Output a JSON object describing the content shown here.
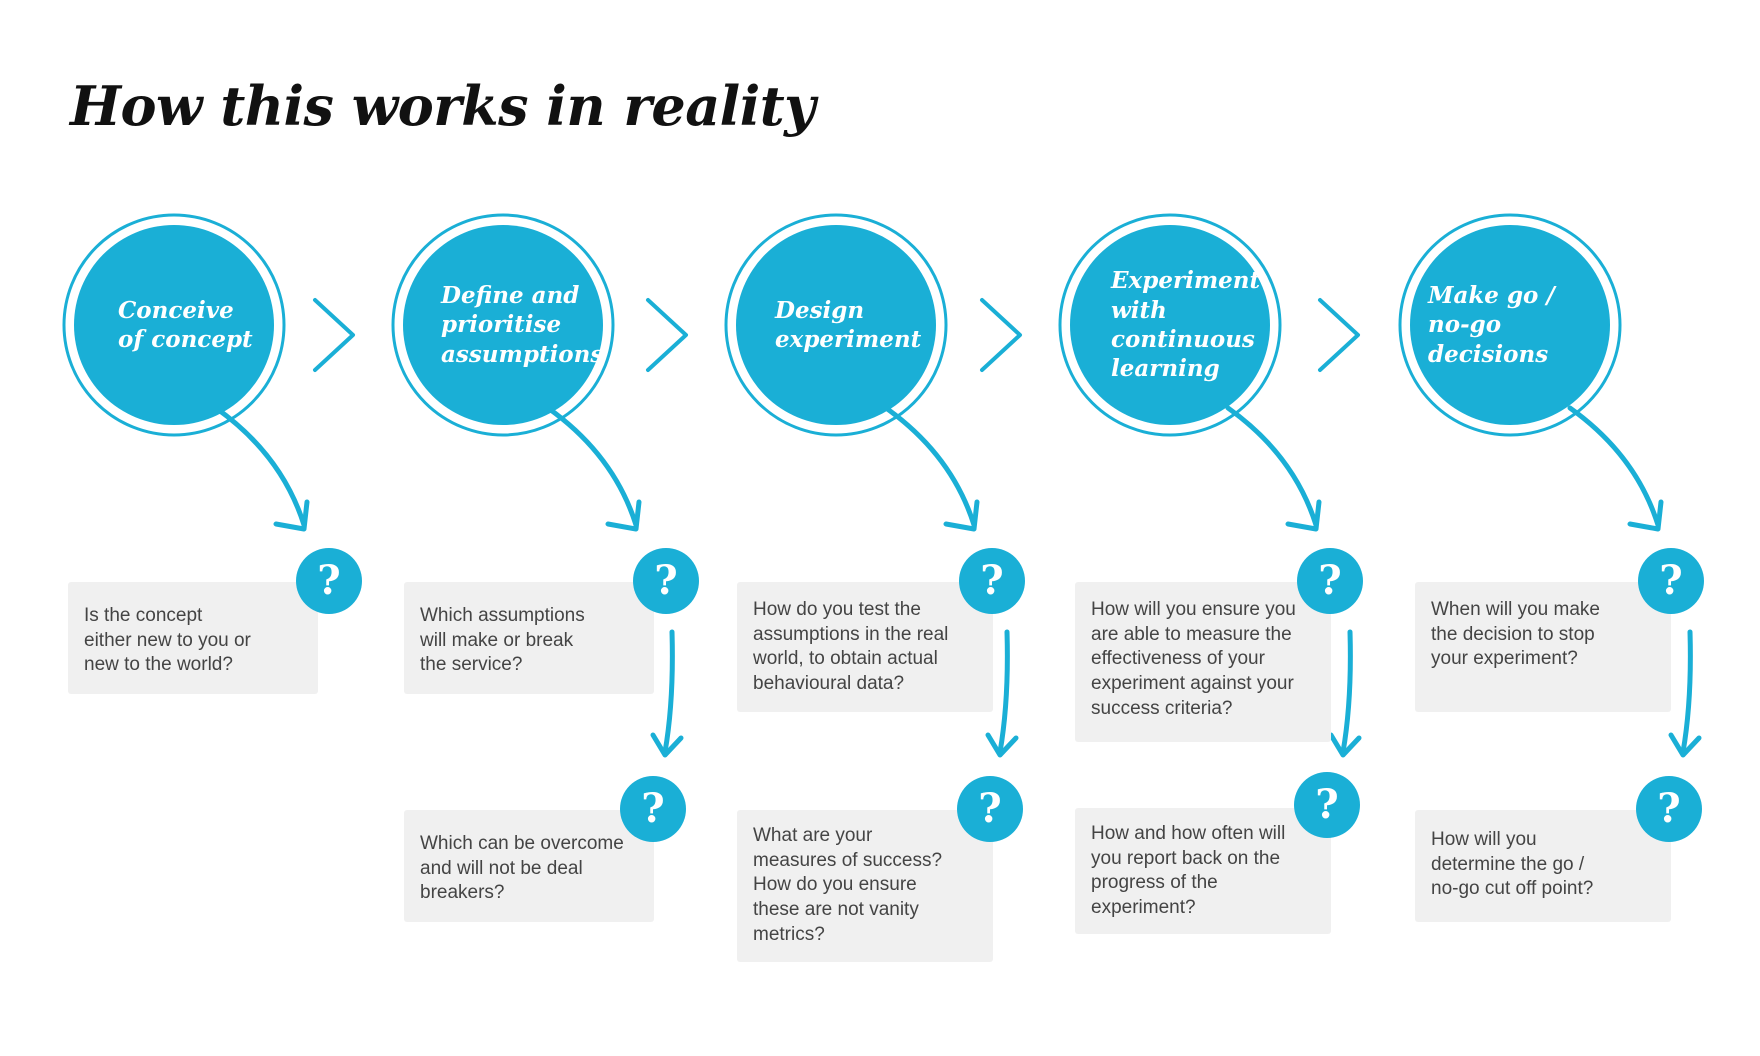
{
  "title": "How this works in reality",
  "colors": {
    "accent": "#1aafd6",
    "box": "#f0f0f0",
    "text": "#444444"
  },
  "icons": {
    "question": "?",
    "arrow": "chevron-right-icon"
  },
  "stages": [
    {
      "label": "Conceive\nof concept",
      "questions": [
        "Is the concept\neither new to you or\nnew to the world?"
      ]
    },
    {
      "label": "Define and\nprioritise\nassumptions",
      "questions": [
        "Which assumptions\nwill make or break\nthe service?",
        "Which can be overcome\nand will not be deal\nbreakers?"
      ]
    },
    {
      "label": "Design\nexperiment",
      "questions": [
        "How do you test the\nassumptions in the real\nworld, to obtain actual\nbehavioural data?",
        "What are your\nmeasures of success?\nHow do you ensure\nthese are not vanity\nmetrics?"
      ]
    },
    {
      "label": "Experiment\nwith\ncontinuous\nlearning",
      "questions": [
        "How will you ensure you\nare able to measure the\neffectiveness of your\nexperiment against your\nsuccess criteria?",
        "How and how often will\nyou report back on the\nprogress of the\nexperiment?"
      ]
    },
    {
      "label": "Make go /\nno-go decisions",
      "questions": [
        "When will you make\nthe decision to stop\nyour experiment?",
        "How will you\ndetermine the go /\nno-go cut off point?"
      ]
    }
  ]
}
